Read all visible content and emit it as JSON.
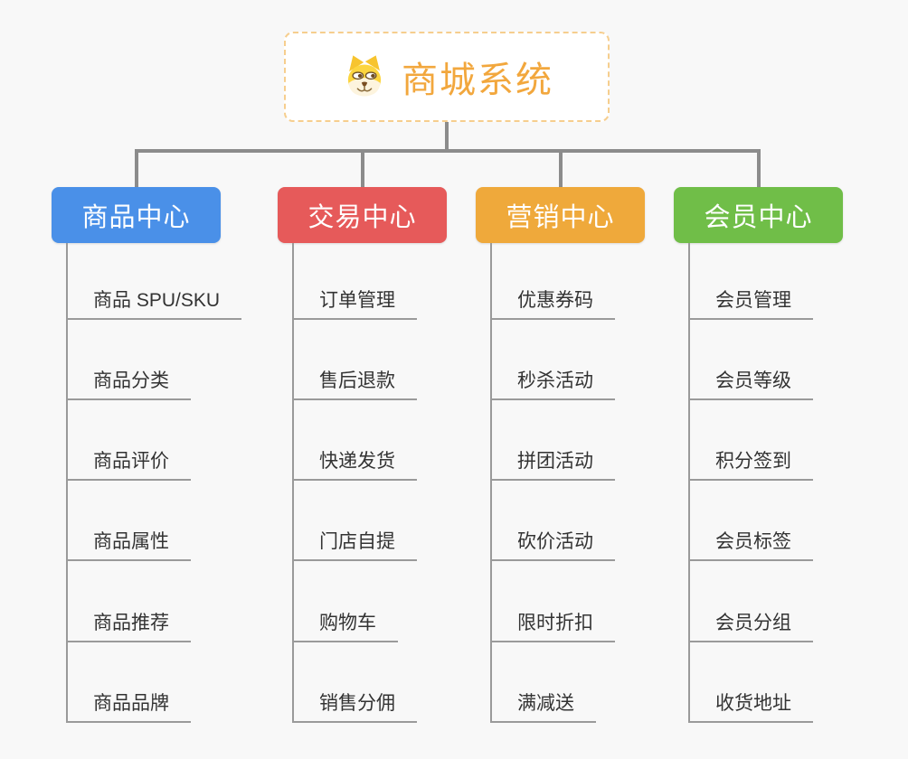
{
  "root": {
    "title": "商城系统",
    "icon": "dog-face-icon",
    "title_color": "#F2A73D",
    "border_color": "#F6CE8E"
  },
  "branches": [
    {
      "id": "product-center",
      "label": "商品中心",
      "color": "#4A90E8",
      "children": [
        "商品 SPU/SKU",
        "商品分类",
        "商品评价",
        "商品属性",
        "商品推荐",
        "商品品牌"
      ]
    },
    {
      "id": "trade-center",
      "label": "交易中心",
      "color": "#E65A5A",
      "children": [
        "订单管理",
        "售后退款",
        "快递发货",
        "门店自提",
        "购物车",
        "销售分佣"
      ]
    },
    {
      "id": "marketing-center",
      "label": "营销中心",
      "color": "#EFA93B",
      "children": [
        "优惠券码",
        "秒杀活动",
        "拼团活动",
        "砍价活动",
        "限时折扣",
        "满减送"
      ]
    },
    {
      "id": "member-center",
      "label": "会员中心",
      "color": "#70BE48",
      "children": [
        "会员管理",
        "会员等级",
        "积分签到",
        "会员标签",
        "会员分组",
        "收货地址"
      ]
    }
  ],
  "colors": {
    "background": "#F8F8F8",
    "connector": "#8C8C8C",
    "child_line": "#9A9A9A",
    "text": "#333333"
  }
}
